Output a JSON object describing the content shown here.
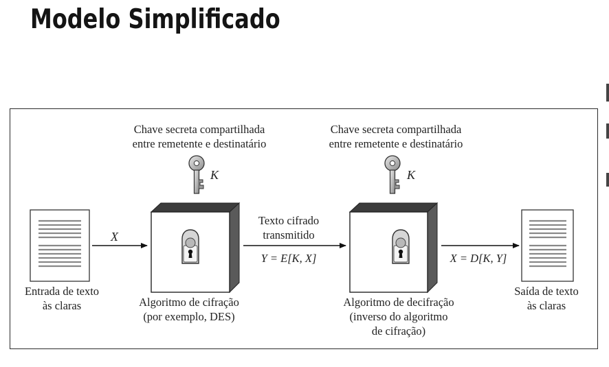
{
  "title": "Modelo Simplificado",
  "diagram": {
    "key_left": {
      "caption_line1": "Chave secreta compartilhada",
      "caption_line2": "entre remetente e destinatário",
      "symbol": "K"
    },
    "key_right": {
      "caption_line1": "Chave secreta compartilhada",
      "caption_line2": "entre remetente e destinatário",
      "symbol": "K"
    },
    "plaintext_in": {
      "label_line1": "Entrada de texto",
      "label_line2": "às claras",
      "arrow_label": "X"
    },
    "encryption": {
      "label_line1": "Algoritmo de cifração",
      "label_line2": "(por exemplo, DES)"
    },
    "ciphertext": {
      "label_line1": "Texto cifrado",
      "label_line2": "transmitido",
      "formula": "Y = E[K, X]"
    },
    "decryption": {
      "label_line1": "Algoritmo de decifração",
      "label_line2": "(inverso do algoritmo",
      "label_line3": "de cifração)",
      "formula": "X = D[K, Y]"
    },
    "plaintext_out": {
      "label_line1": "Saída de texto",
      "label_line2": "às claras"
    }
  }
}
